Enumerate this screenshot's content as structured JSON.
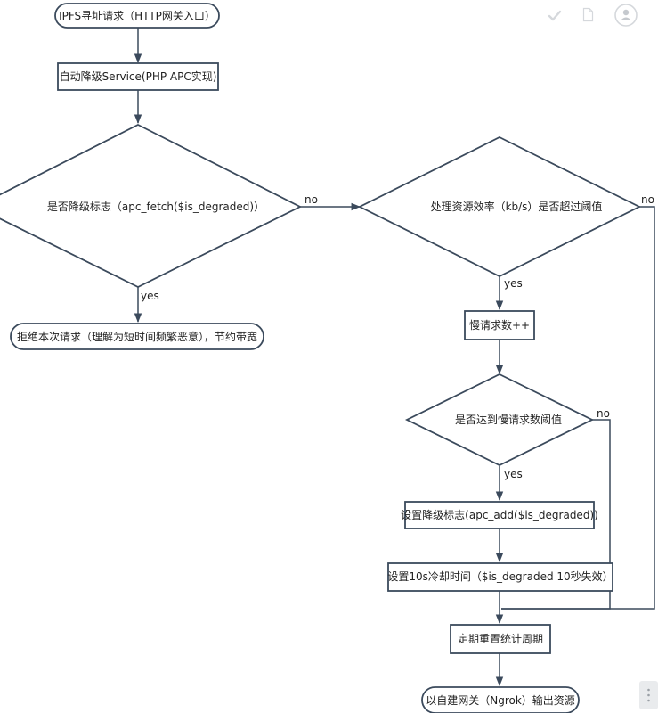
{
  "toolbar": {
    "check_icon": "check-icon",
    "file_icon": "file-icon",
    "user_icon": "user-icon",
    "more_icon": "more-icon",
    "color": "#d5d8dc"
  },
  "flowchart": {
    "start": "IPFS寻址请求（HTTP网关入口）",
    "degrade_service": "自动降级Service(PHP APC实现)",
    "check_degraded": "是否降级标志（apc_fetch($is_degraded)）",
    "reject": "拒绝本次请求（理解为短时间频繁恶意），节约带宽",
    "check_efficiency": "处理资源效率（kb/s）是否超过阈值",
    "slow_count": "慢请求数++",
    "check_threshold": "是否达到慢请求数阈值",
    "set_flag": "设置降级标志(apc_add($is_degraded))",
    "set_cooldown": "设置10s冷却时间（$is_degraded 10秒失效）",
    "reset_stats": "定期重置统计周期",
    "output": "以自建网关（Ngrok）输出资源"
  },
  "edge_labels": {
    "no": "no",
    "yes": "yes"
  },
  "colors": {
    "stroke": "#3b4a5c",
    "text": "#222222"
  }
}
